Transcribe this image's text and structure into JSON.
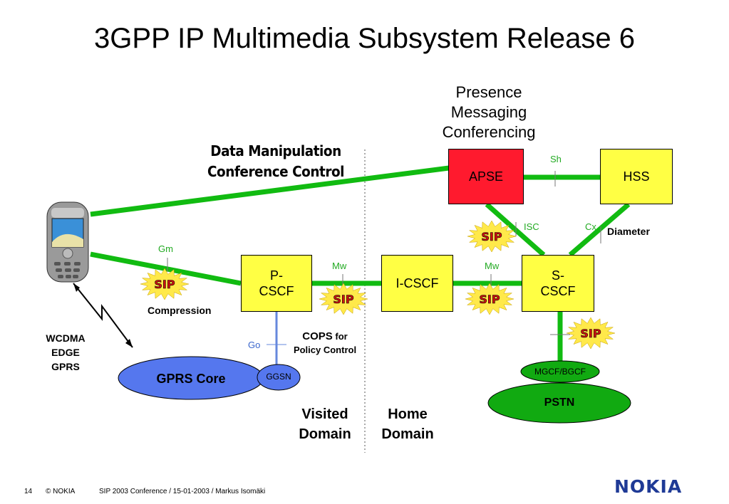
{
  "title": "3GPP IP Multimedia Subsystem Release 6",
  "services": [
    "Presence",
    "Messaging",
    "Conferencing"
  ],
  "data_manipulation": [
    "Data Manipulation",
    "Conference Control"
  ],
  "nodes": {
    "apse": "APSE",
    "hss": "HSS",
    "pcscf": [
      "P-",
      "CSCF"
    ],
    "icscf": "I-CSCF",
    "scscf": [
      "S-",
      "CSCF"
    ],
    "gprs_core": "GPRS Core",
    "ggsn": "GGSN",
    "mgcf": "MGCF/BGCF",
    "pstn": "PSTN"
  },
  "interfaces": {
    "sh": "Sh",
    "isc": "ISC",
    "cx": "Cx",
    "gm": "Gm",
    "mw1": "Mw",
    "mw2": "Mw",
    "go": "Go"
  },
  "labels": {
    "diameter": "Diameter",
    "compression": "Compression",
    "cops": "COPS",
    "cops_for": "for",
    "policy_control": "Policy Control",
    "access": [
      "WCDMA",
      "EDGE",
      "GPRS"
    ],
    "visited": [
      "Visited",
      "Domain"
    ],
    "home": [
      "Home",
      "Domain"
    ]
  },
  "sip_badge": "SIP",
  "footer": {
    "page": "14",
    "copyright": "© NOKIA",
    "info": "SIP 2003 Conference / 15-01-2003 / Markus Isomäki",
    "logo": "NOKIA"
  },
  "colors": {
    "link_green": "#11bb11",
    "apse_red": "#ff1a2e",
    "node_yellow": "#ffff44",
    "gprs_blue": "#5577ee",
    "pstn_green": "#11aa11",
    "nokia_blue": "#1f3a96"
  }
}
